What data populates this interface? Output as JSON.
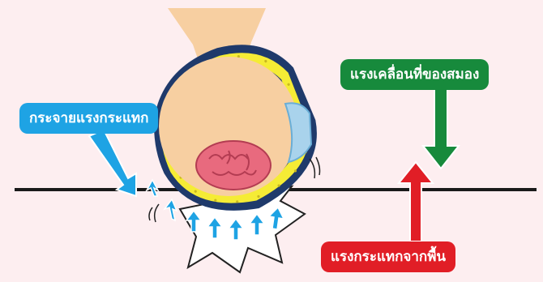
{
  "labels": {
    "dispersion": "กระจายแรงกระแทก",
    "brain_motion": "แรงเคลื่อนที่ของสมอง",
    "ground_impact": "แรงกระแทกจากพื้น"
  },
  "colors": {
    "background": "#fdeef0",
    "skin": "#f7cfa1",
    "helmet_shell": "#1f3a6b",
    "helmet_padding": "#f5ec35",
    "visor": "#a9d3ec",
    "brain": "#e86a7e",
    "blue_arrow": "#1ea3e4",
    "green_arrow": "#178a3c",
    "red_arrow": "#e11e26",
    "ground_line": "#1a1a1a"
  }
}
